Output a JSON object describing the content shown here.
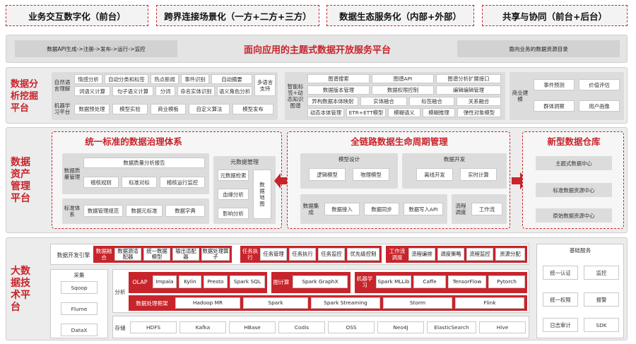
{
  "banners": [
    "业务交互数字化（前台）",
    "跨界连接场景化（一方+二方+三方）",
    "数据生态服务化（内部+外部）",
    "共享与协同（前台+后台）"
  ],
  "api": {
    "left": "数据API生成->注册->发布->运行->监控",
    "title": "面向应用的主题式数据开放服务平台",
    "right": "面向业务的数据资源目录"
  },
  "analysis": {
    "title": "数据分析挖掘平台",
    "nlp_label": "自然语言理解",
    "nlp_row1": [
      "情感分析",
      "自动分类和标签",
      "热点新闻",
      "事件识别",
      "自动摘要"
    ],
    "nlp_row2": [
      "词语义计算",
      "句子语义计算",
      "分词",
      "命名实体识别",
      "语义角色分析"
    ],
    "nlp_extra": "多语言支持",
    "ml_label": "机器学习平台",
    "ml_row": [
      "数据预处理",
      "模型实验",
      "商业模板",
      "自定义算法",
      "模型发布"
    ],
    "kg_label": "智能标签+动态知识图谱",
    "kg_grid": [
      [
        "图谱搜索",
        "图谱API",
        "图谱分析扩展接口"
      ],
      [
        "数据版本管理",
        "数据权限控制",
        "编辑编辑管理"
      ]
    ],
    "kg_row3": [
      "异构数据本体映射",
      "实体融合",
      "标签融合",
      "关系融合"
    ],
    "kg_row4": [
      "动态本体管理",
      "ETR+ETT模型",
      "模糊语义",
      "模糊推理",
      "弹性对象模型"
    ],
    "biz_label": "商业建模",
    "biz_items": [
      "事件预测",
      "价值评估",
      "群体洞察",
      "用户画像"
    ]
  },
  "asset": {
    "title": "数据资产管理平台",
    "gov_title": "统一标准的数据治理体系",
    "dq_label": "数据质量管理",
    "dq_top": "数据质量分析报告",
    "dq_items": [
      "稽核规则",
      "标准对标",
      "稽核运行监控"
    ],
    "std_label": "标准体系",
    "std_items": [
      "数据管理规范",
      "数据元标准",
      "数据字典"
    ],
    "meta_title": "元数据管理",
    "meta_items": [
      "元数据检索",
      "血缘分析",
      "影响分析"
    ],
    "meta_map": "数据地图",
    "life_title": "全链路数据生命周期管理",
    "model_title": "模型设计",
    "model_items": [
      "逻辑模型",
      "物理模型"
    ],
    "dev_title": "数据开发",
    "dev_items": [
      "离线开发",
      "实时计算"
    ],
    "int_label": "数据集成",
    "int_items": [
      "数据接入",
      "数据同步",
      "数据写入API"
    ],
    "flow_label": "流程调度",
    "flow_item": "工作流",
    "wh_title": "新型数据仓库",
    "wh_items": [
      "主题式数据中心",
      "标准数据资源中心",
      "原始数据资源中心"
    ]
  },
  "bigdata": {
    "title": "大数据技术平台",
    "engine_label": "数据开发引擎",
    "fusion_label": "数据融合",
    "fusion_items": [
      "数据源适配器",
      "统一数据模型",
      "输出适配器",
      "数据处理算子"
    ],
    "task_label": "任务执行",
    "task_items": [
      "任务管理",
      "任务执行",
      "任务监控",
      "优先级控制"
    ],
    "wf_label": "工作流调度",
    "wf_items": [
      "流程编排",
      "调度策略",
      "流程监控",
      "资源分配"
    ],
    "collect_label": "采集",
    "collect_items": [
      "Sqoop",
      "Flume",
      "DataX"
    ],
    "analysis_label": "分析",
    "olap_label": "OLAP",
    "olap_items": [
      "Impala",
      "Kylin",
      "Presto",
      "Spark SQL"
    ],
    "graph_label": "图计算",
    "graph_item": "Spark GraphX",
    "ml_label": "机器学习",
    "ml_items": [
      "Spark MLLib",
      "Caffe",
      "TensorFlow",
      "Pytorch"
    ],
    "frame_label": "数据处理框架",
    "frame_items": [
      "Hadoop MR",
      "Spark",
      "Spark Streaming",
      "Storm",
      "Flink"
    ],
    "storage_label": "存储",
    "storage_items": [
      "HDFS",
      "Kafka",
      "HBase",
      "Codis",
      "OSS",
      "Neo4J",
      "ElasticSearch",
      "Hive"
    ],
    "base_label": "基础服务",
    "base_items": [
      "统一认证",
      "监控",
      "统一权限",
      "报警",
      "日志审计",
      "SDK"
    ]
  },
  "colors": {
    "accent": "#c8242b",
    "panel": "#ececec",
    "box": "#ffffff"
  }
}
